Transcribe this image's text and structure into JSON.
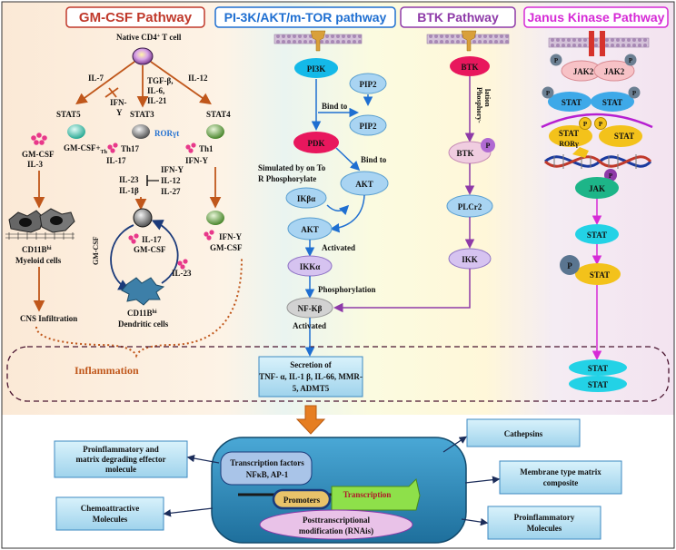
{
  "colors": {
    "gm_csf": "#c0392b",
    "pi3k": "#1f6fd1",
    "btk": "#8e3aa8",
    "jak": "#d62ad6",
    "inflammation": "#c0571b",
    "arrow_orange": "#d35400"
  },
  "headers": {
    "gm_csf": "GM-CSF Pathway",
    "pi3k": "PI-3K/AKT/m-TOR pathway",
    "btk": "BTK Pathway",
    "jak": "Janus Kinase Pathway"
  },
  "gm": {
    "native": "Native CD4",
    "native_sup": "+",
    "native_tail": " T cell",
    "il7": "IL-7",
    "ifn_y": "IFN-",
    "ifn_y2": "Y",
    "tgf1": "TGF-β,",
    "tgf2": "IL-6,",
    "tgf3": "IL-21",
    "il12": "IL-12",
    "stat5": "STAT5",
    "stat3": "STAT3",
    "stat4": "STAT4",
    "rory": "RORγt",
    "gmcsf_th": "GM-CSF+",
    "th_sub": "Th",
    "th17": "Th17",
    "th1": "Th1",
    "gmcsf": "GM-CSF",
    "il3": "IL-3",
    "il17": "IL-17",
    "ifny_right": "IFN-Y",
    "il23": "IL-23",
    "il1b": "IL-1β",
    "inh1": "IFN-Y",
    "inh2": "IL-12",
    "inh3": "IL-27",
    "cd11b_hi": "CD11B",
    "hi": "hi",
    "myeloid": "Myeloid cells",
    "il17_c": "IL-17",
    "gmcsf_c": "GM-CSF",
    "gmcsf_side": "GM-CSF",
    "il23_c": "IL-23",
    "dendritic_a": "CD11B",
    "dendritic_b": "Dendritic cells",
    "ifny_bottom1": "IFN-Y",
    "ifny_bottom2": "GM-CSF",
    "cns": "CNS Infiltration",
    "inflammation": "Inflammation"
  },
  "pi3k": {
    "pi3k": "PI3K",
    "pip2a": "PIP2",
    "bind1": "Bind to",
    "pip2b": "PIP2",
    "pdk": "PDK",
    "bind2": "Bind to",
    "sim1": "Simulated  by on  To",
    "sim2": "R Phosphorylate",
    "akt1": "AKT",
    "ikba": "IKβα",
    "akt2": "AKT",
    "activated1": "Activated",
    "ikka": "IKKα",
    "phos": "Phosphorylation",
    "nfkb": "NF-Kβ",
    "activated2": "Activated",
    "secretion": [
      "Secretion of",
      "TNF- α, IL-1 β, IL-66, MMR-",
      "5, ADMT5"
    ]
  },
  "btk": {
    "btk1": "BTK",
    "phospho1": "Phosphory-",
    "phospho2": "lation",
    "btk2": "BTK",
    "p": "P",
    "plcr2": "PLCr2",
    "ikk": "IKK"
  },
  "jak": {
    "p": "P",
    "jak2a": "JAK2",
    "jak2b": "JAK2",
    "stat": "STAT",
    "ror": "RORγ",
    "jak": "JAK"
  },
  "bottom": {
    "tf1": "Transcription factors",
    "tf2": "NFκB, AP-1",
    "promoters": "Promoters",
    "transcription": "Transcription",
    "post1": "Posttranscriptional",
    "post2": "modification (RNAis)",
    "proinf_matrix": [
      "Proinflammatory  and",
      "matrix degrading effector",
      "molecule"
    ],
    "chemo": [
      "Chemoattractive",
      "Molecules"
    ],
    "cathepsins": "Cathepsins",
    "membrane": [
      "Membrane type matrix",
      "composite"
    ],
    "proinf_mol": [
      "Proinflammatory",
      "Molecules"
    ]
  }
}
